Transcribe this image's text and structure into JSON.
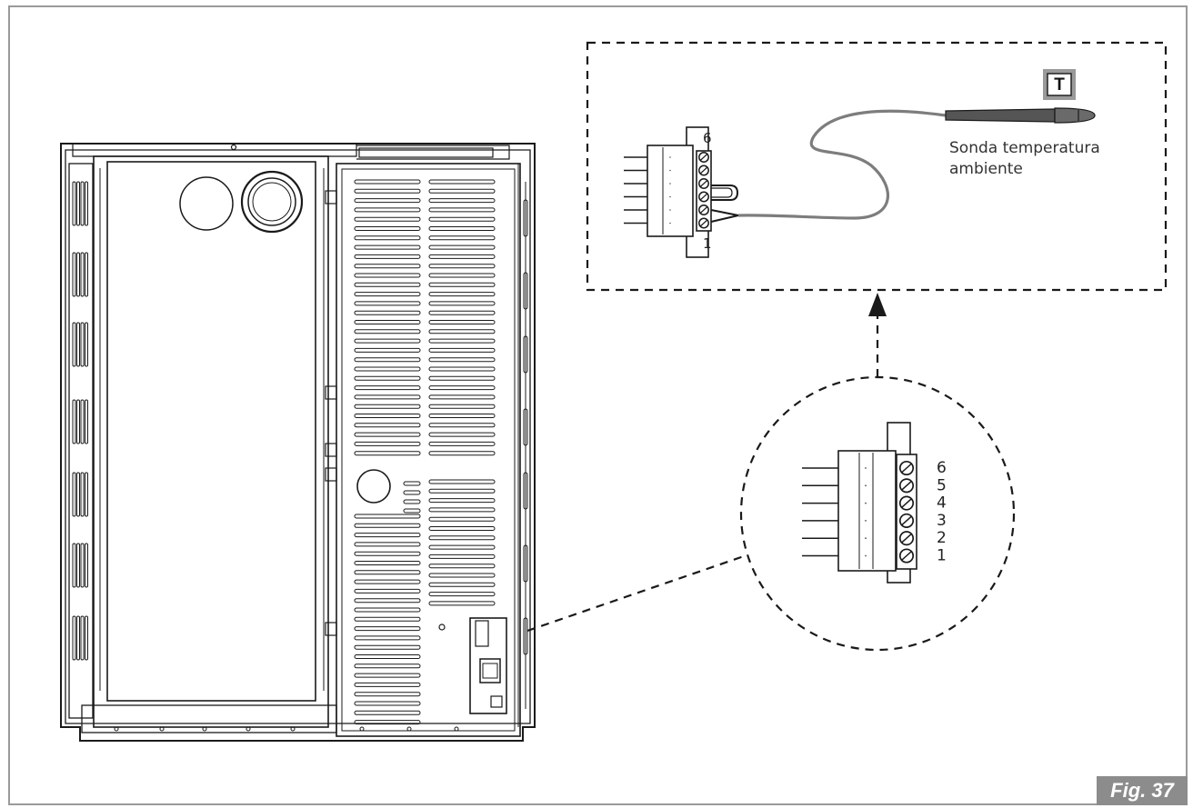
{
  "probe": {
    "badge": "T",
    "label_line1": "Sonda temperatura",
    "label_line2": "ambiente"
  },
  "top_terminal": {
    "label_top": "6",
    "label_bottom": "1"
  },
  "zoom_terminal": {
    "labels": [
      "6",
      "5",
      "4",
      "3",
      "2",
      "1"
    ]
  },
  "figure": {
    "label": "Fig. 37"
  },
  "colors": {
    "line": "#1a1a1a",
    "badge_bg": "#8c8c8c",
    "cable": "#808080",
    "probe": "#555555"
  }
}
